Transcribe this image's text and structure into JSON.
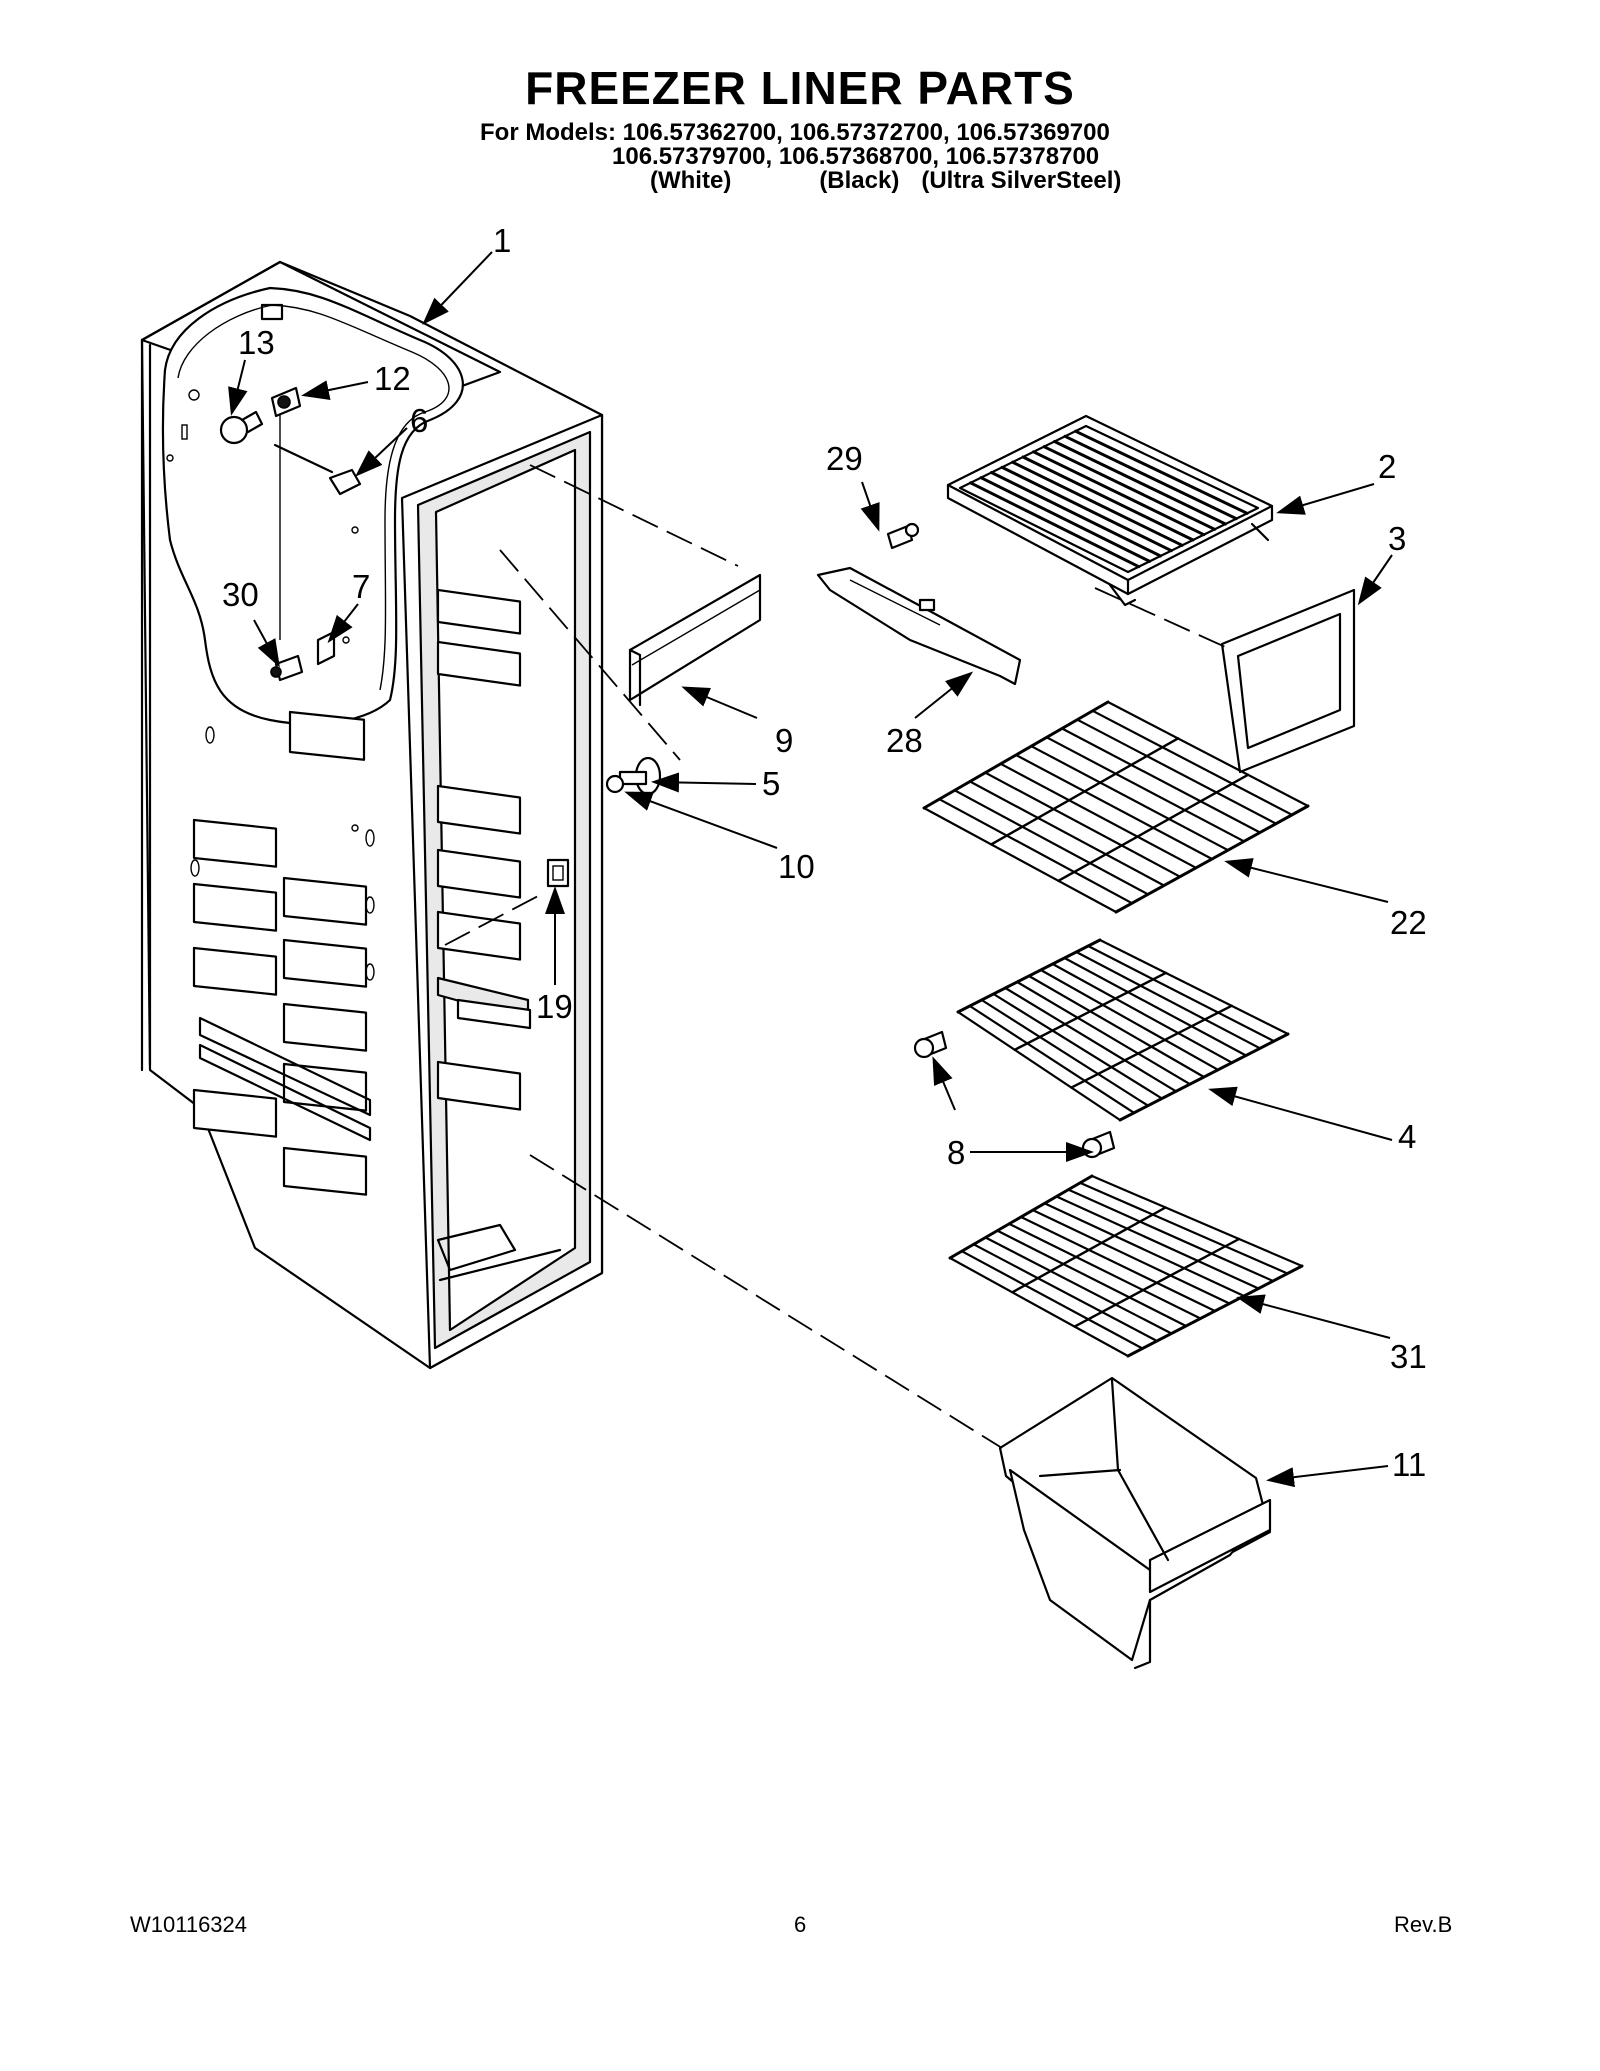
{
  "title": "FREEZER LINER PARTS",
  "models": {
    "line1": "For Models: 106.57362700, 106.57372700, 106.57369700",
    "line2": "106.57379700, 106.57368700, 106.57378700",
    "colors": [
      "(White)",
      "(Black)",
      "(Ultra SilverSteel)"
    ]
  },
  "callouts": [
    "1",
    "2",
    "3",
    "4",
    "5",
    "6",
    "7",
    "8",
    "9",
    "10",
    "11",
    "12",
    "13",
    "19",
    "22",
    "28",
    "29",
    "30",
    "31"
  ],
  "footer": {
    "doc_number": "W10116324",
    "page": "6",
    "revision": "Rev.B"
  }
}
